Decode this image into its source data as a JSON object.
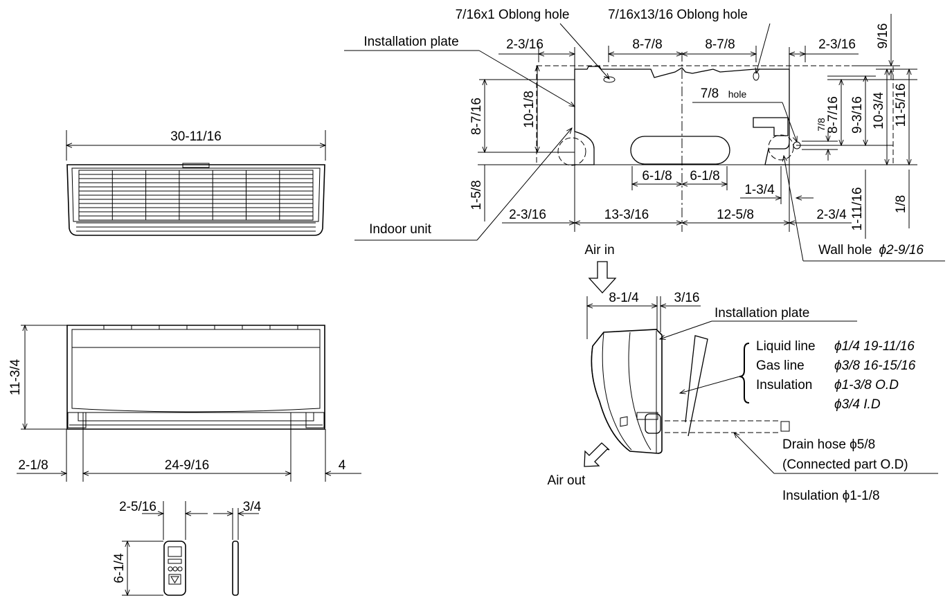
{
  "front_view": {
    "width": "30-11/16"
  },
  "bottom_view": {
    "height": "11-3/4",
    "left": "2-1/8",
    "span": "24-9/16",
    "right": "4"
  },
  "remote": {
    "width": "2-5/16",
    "thickness": "3/4",
    "height": "6-1/4"
  },
  "plate": {
    "hole1": "7/16x1 Oblong hole",
    "hole2": "7/16x13/16 Oblong hole",
    "label_plate": "Installation plate",
    "label_unit": "Indoor unit",
    "top_dims": [
      "2-3/16",
      "8-7/8",
      "8-7/8",
      "2-3/16"
    ],
    "dim_9_16": "9/16",
    "dim_8_7_16_left": "8-7/16",
    "dim_10_1_8": "10-1/8",
    "dim_1_5_8": "1-5/8",
    "hole_dia": "7/8",
    "hole_word": "hole",
    "dim_7_8_v": "7/8",
    "right_dims": [
      "8-7/16",
      "9-3/16",
      "10-3/4",
      "11-5/16"
    ],
    "dim_1_8": "1/8",
    "dim_6_1_8": [
      "6-1/8",
      "6-1/8"
    ],
    "dim_1_3_4": "1-3/4",
    "dim_1_11_16": "1-11/16",
    "bottom_dims": [
      "2-3/16",
      "13-3/16",
      "12-5/8",
      "2-3/4"
    ],
    "wall_hole": "Wall hole",
    "wall_hole_dia": "ϕ2-9/16"
  },
  "side_view": {
    "air_in": "Air in",
    "air_out": "Air out",
    "depth": "8-1/4",
    "gap": "3/16",
    "plate_label": "Installation plate",
    "liquid_name": "Liquid line",
    "liquid_value": "ϕ1/4 19-11/16",
    "gas_name": "Gas line",
    "gas_value": "ϕ3/8 16-15/16",
    "insulation_name": "Insulation",
    "insulation_od": "ϕ1-3/8 O.D",
    "insulation_id": "ϕ3/4 I.D",
    "drain_line1": "Drain hose ϕ5/8",
    "drain_line2": "(Connected part O.D)",
    "drain_insulation": "Insulation ϕ1-1/8"
  }
}
